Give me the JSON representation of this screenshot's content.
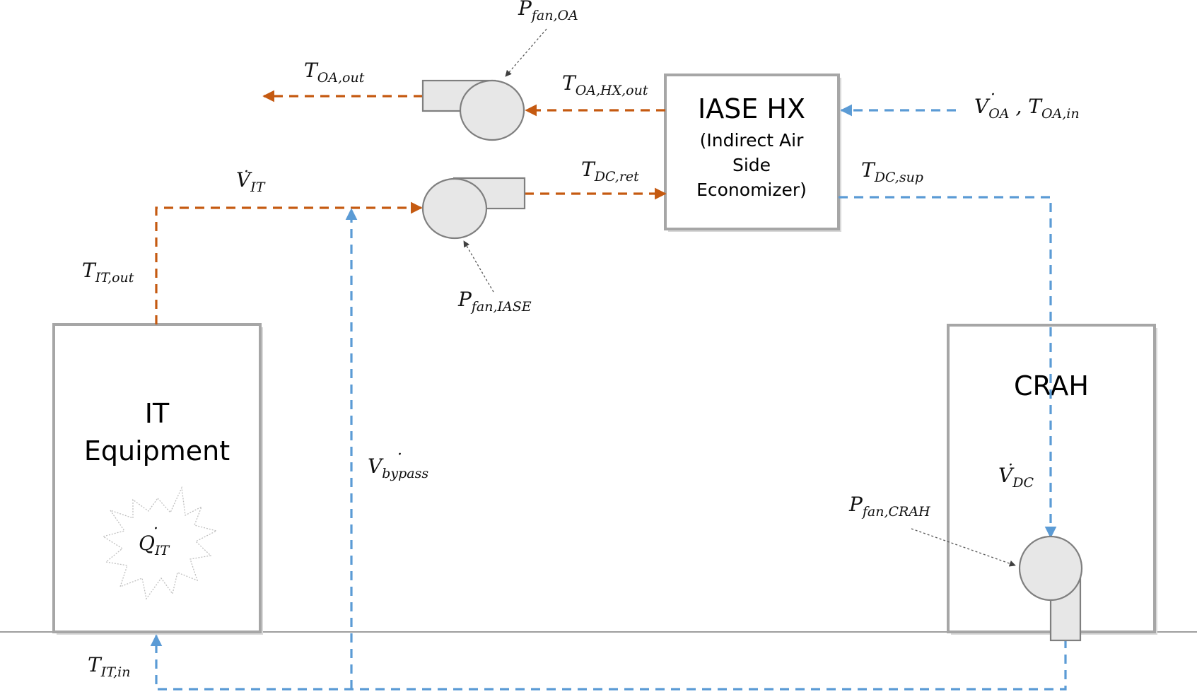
{
  "boxes": {
    "it_equipment": {
      "line1": "IT",
      "line2": "Equipment"
    },
    "iase_hx": {
      "title": "IASE HX",
      "line1": "(Indirect Air",
      "line2": "Side",
      "line3": "Economizer)"
    },
    "crah": {
      "title": "CRAH"
    }
  },
  "labels": {
    "q_it": {
      "main": "Q",
      "dot": "·",
      "sub": "IT"
    },
    "t_oa_out": {
      "main": "T",
      "sub": "OA,out"
    },
    "p_fan_oa": {
      "main": "P",
      "sub": "fan,OA"
    },
    "t_oa_hx_out": {
      "main": "T",
      "sub": "OA,HX,out"
    },
    "v_oa_t_oa_in": {
      "main": "V",
      "dot": "·",
      "sub": "OA",
      "separator": " , ",
      "main2": "T",
      "sub2": "OA,in"
    },
    "v_it": {
      "main": "V",
      "dot": "·",
      "sub": "IT"
    },
    "t_dc_ret": {
      "main": "T",
      "sub": "DC,ret"
    },
    "t_dc_sup": {
      "main": "T",
      "sub": "DC,sup"
    },
    "t_it_out": {
      "main": "T",
      "sub": "IT,out"
    },
    "p_fan_iase": {
      "main": "P",
      "sub": "fan,IASE"
    },
    "v_bypass": {
      "main": "V",
      "dot": "·",
      "sub": "bypass"
    },
    "v_dc": {
      "main": "V",
      "dot": "·",
      "sub": "DC"
    },
    "p_fan_crah": {
      "main": "P",
      "sub": "fan,CRAH"
    },
    "t_it_in": {
      "main": "T",
      "sub": "IT,in"
    }
  },
  "colors": {
    "hot_air": "#c55a11",
    "cold_air": "#5b9bd5",
    "box_border": "#a6a6a6",
    "fan_fill": "#e7e7e7",
    "fan_stroke": "#7f7f7f"
  },
  "icons": {
    "fan": "centrifugal-fan-icon",
    "heat_source": "burst-icon"
  }
}
